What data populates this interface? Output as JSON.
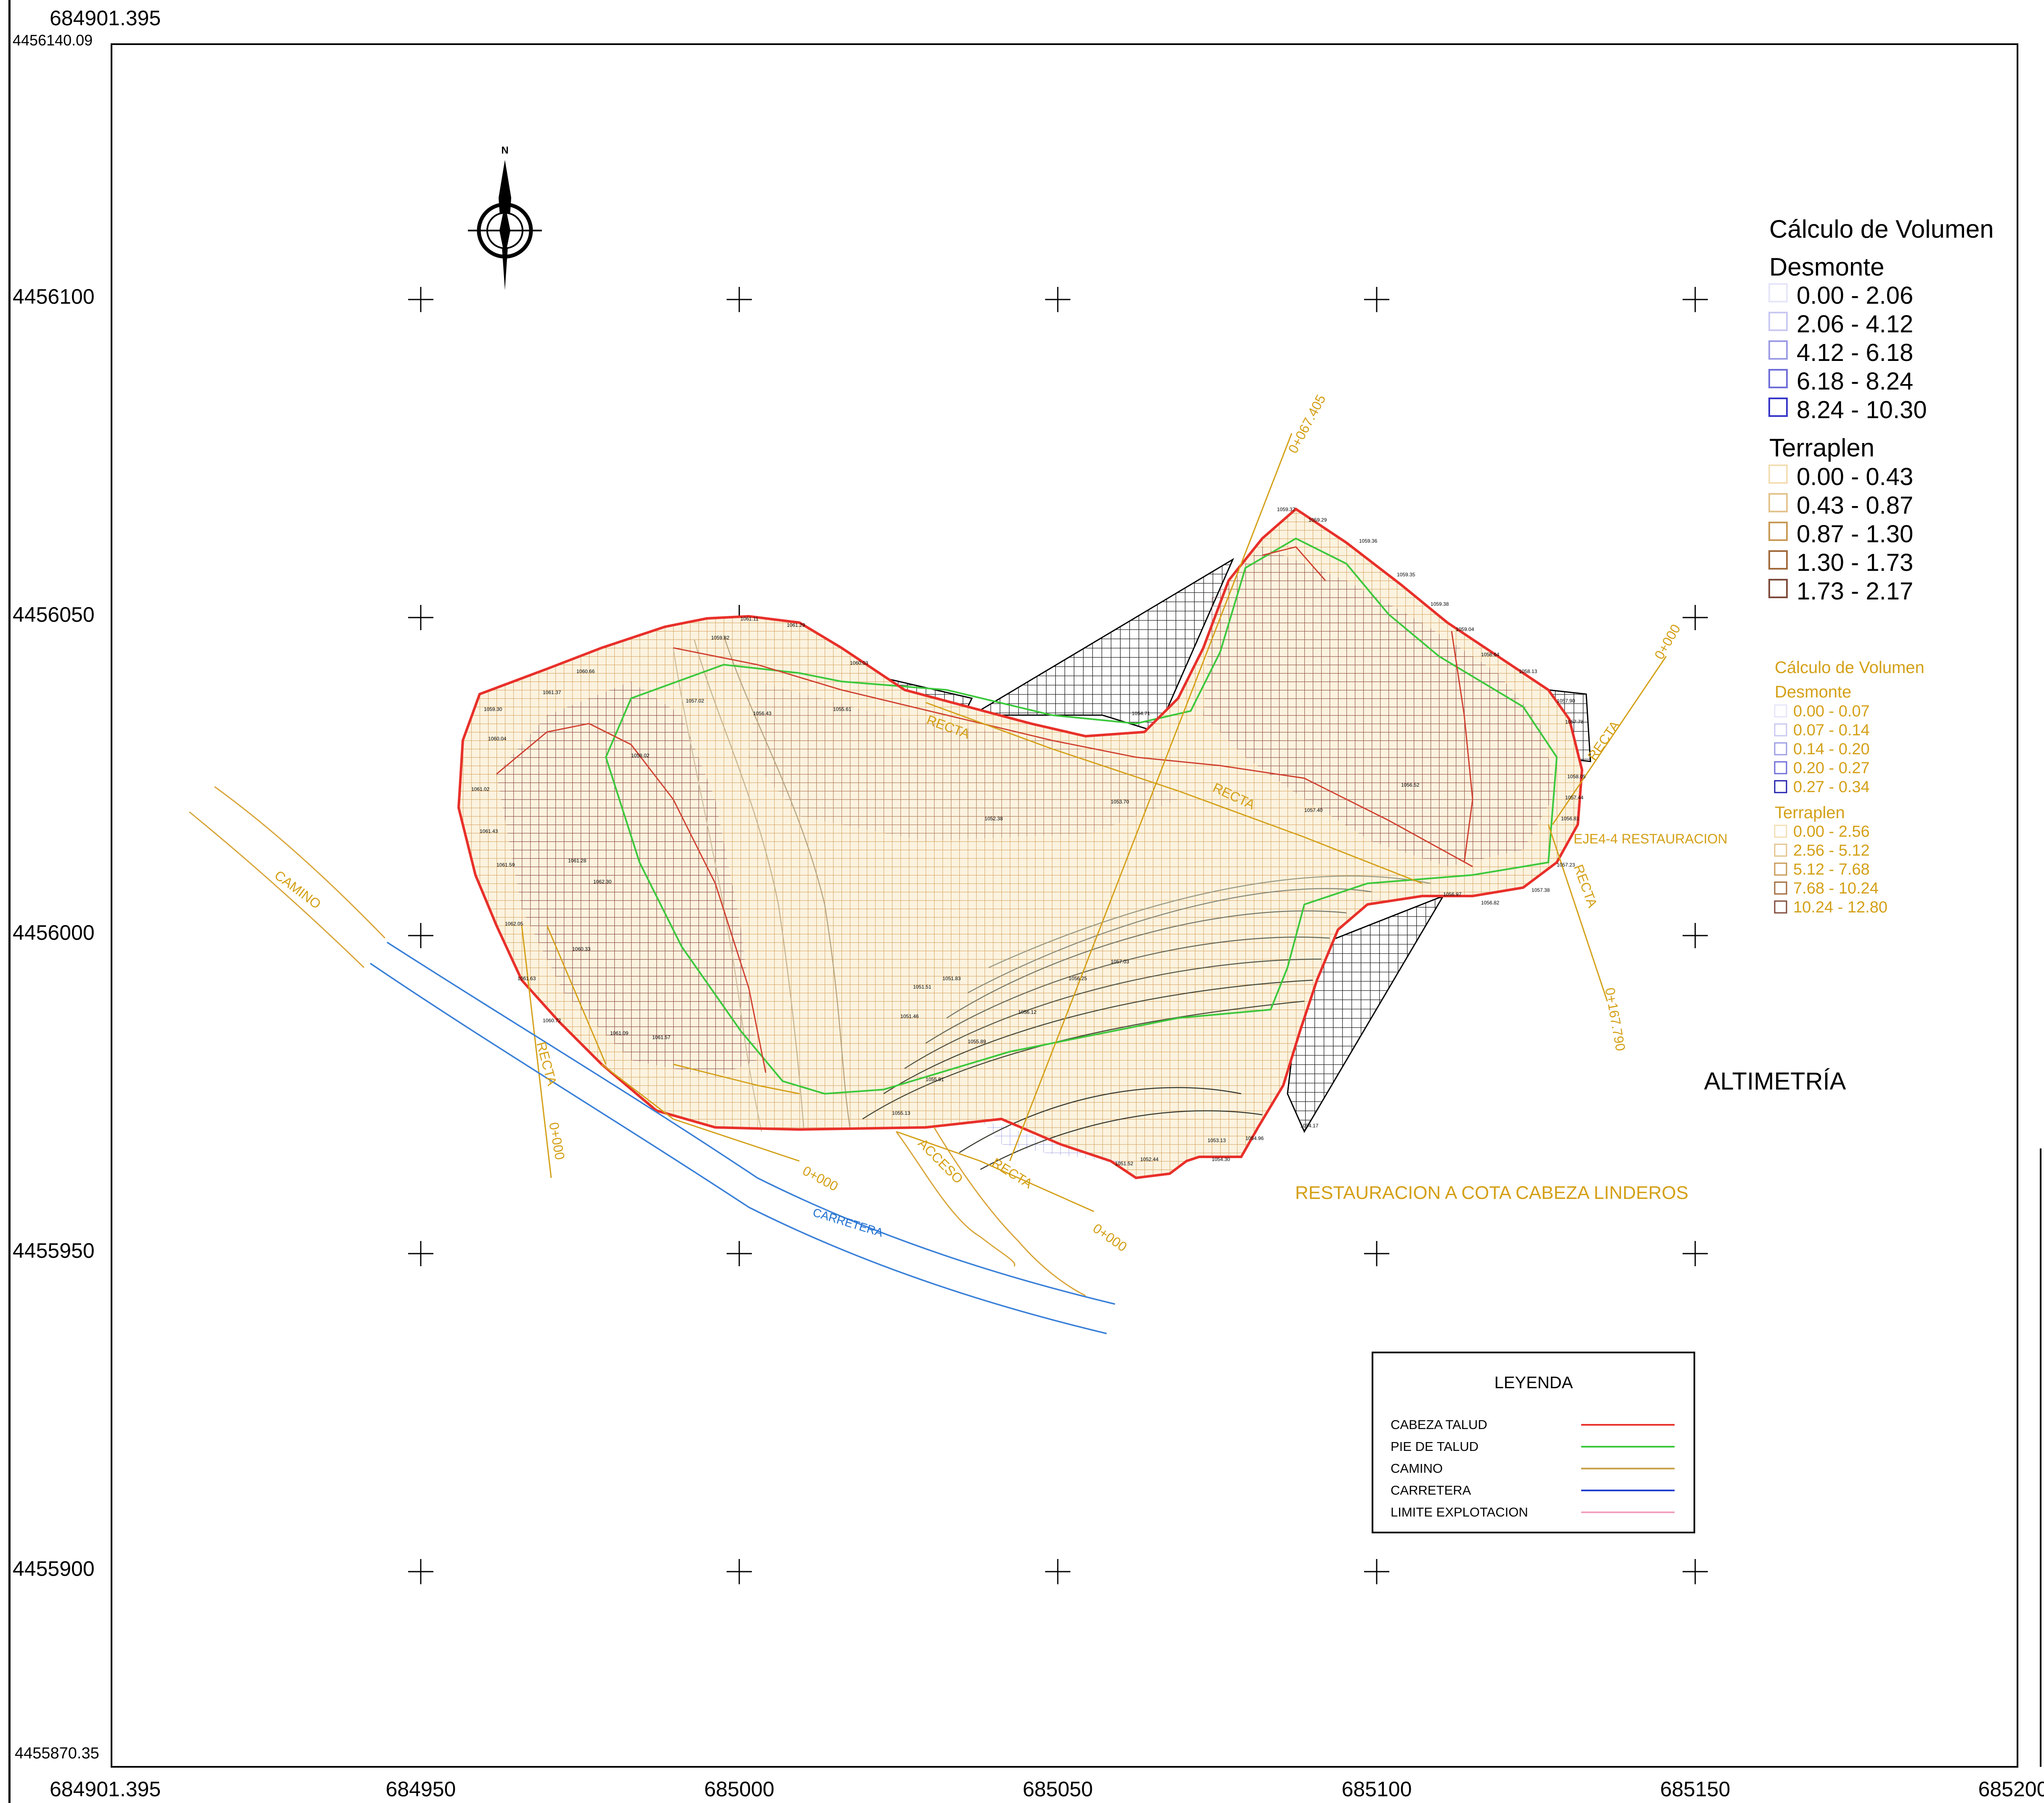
{
  "frame_coords": {
    "top_left_easting": "684901.395",
    "top_left_northing": "4456140.09",
    "bottom_left_northing": "4455870.35",
    "bottom_left_easting": "684901.395"
  },
  "x_axis": {
    "ticks": [
      "684950",
      "685000",
      "685050",
      "685100",
      "685150",
      "685200"
    ]
  },
  "y_axis": {
    "ticks": [
      "4456100",
      "4456050",
      "4456000",
      "4455950",
      "4455900"
    ]
  },
  "north_arrow": {
    "label": "N",
    "icon": "north-arrow-icon"
  },
  "volume_legend": {
    "title": "Cálculo de Volumen",
    "desmonte_title": "Desmonte",
    "desmonte": [
      {
        "range": "0.00 - 2.06",
        "color": "#e6e6fa"
      },
      {
        "range": "2.06 - 4.12",
        "color": "#c9c9f2"
      },
      {
        "range": "4.12 - 6.18",
        "color": "#9d9de6"
      },
      {
        "range": "6.18 - 8.24",
        "color": "#6e6ed9"
      },
      {
        "range": "8.24 - 10.30",
        "color": "#3535c8"
      }
    ],
    "terraplen_title": "Terraplen",
    "terraplen": [
      {
        "range": "0.00 - 0.43",
        "color": "#f3dfb5"
      },
      {
        "range": "0.43 - 0.87",
        "color": "#e3c48e"
      },
      {
        "range": "0.87 - 1.30",
        "color": "#c89a55"
      },
      {
        "range": "1.30 - 1.73",
        "color": "#a06a3c"
      },
      {
        "range": "1.73 - 2.17",
        "color": "#7e4a3a"
      }
    ]
  },
  "volume_legend_small": {
    "title": "Cálculo de Volumen",
    "desmonte_title": "Desmonte",
    "desmonte": [
      {
        "range": "0.00 - 0.07",
        "color": "#e6e6fa"
      },
      {
        "range": "0.07 - 0.14",
        "color": "#c9c9f2"
      },
      {
        "range": "0.14 - 0.20",
        "color": "#9d9de6"
      },
      {
        "range": "0.20 - 0.27",
        "color": "#6e6ed9"
      },
      {
        "range": "0.27 - 0.34",
        "color": "#2020b0"
      }
    ],
    "terraplen_title": "Terraplen",
    "terraplen": [
      {
        "range": "0.00 - 2.56",
        "color": "#f3dfb5"
      },
      {
        "range": "2.56 - 5.12",
        "color": "#e3c48e"
      },
      {
        "range": "5.12 - 7.68",
        "color": "#c89a55"
      },
      {
        "range": "7.68 - 10.24",
        "color": "#a06a3c"
      },
      {
        "range": "10.24 - 12.80",
        "color": "#7e4a3a"
      }
    ]
  },
  "map_labels": {
    "camino": "CAMINO",
    "carretera": "CARRETERA",
    "acceso": "ACCESO",
    "recta": "RECTA",
    "station_0000": "0+000",
    "station_top": "0+067.405",
    "station_right": "0+167.790",
    "restauracion_eje": "EJE4-4 RESTAURACION",
    "altimetria": "ALTIMETRÍA",
    "restauracion_cota": "RESTAURACION A COTA CABEZA LINDEROS"
  },
  "line_legend": {
    "title": "LEYENDA",
    "items": [
      {
        "label": "CABEZA TALUD",
        "color": "#e8302a"
      },
      {
        "label": "PIE DE TALUD",
        "color": "#3cc83c"
      },
      {
        "label": "CAMINO",
        "color": "#c8a24a"
      },
      {
        "label": "CARRETERA",
        "color": "#2040d0"
      },
      {
        "label": "LIMITE EXPLOTACION",
        "color": "#f2a0c0"
      }
    ]
  },
  "spot_heights": [
    "1061.11",
    "1061.29",
    "1060.03",
    "1059.37",
    "1059.29",
    "1059.36",
    "1059.35",
    "1059.38",
    "1059.04",
    "1058.64",
    "1058.13",
    "1057.90",
    "1057.78",
    "1058.05",
    "1057.44",
    "1056.81",
    "1057.23",
    "1057.38",
    "1056.82",
    "1056.97",
    "1056.52",
    "1057.40",
    "1057.03",
    "1056.25",
    "1056.12",
    "1055.89",
    "1055.91",
    "1055.13",
    "1054.96",
    "1054.30",
    "1053.13",
    "1052.44",
    "1051.52",
    "1051.46",
    "1051.51",
    "1051.83",
    "1052.38",
    "1053.70",
    "1054.17",
    "1054.71",
    "1055.61",
    "1056.43",
    "1057.02",
    "1058.02",
    "1059.30",
    "1060.04",
    "1061.02",
    "1061.43",
    "1061.59",
    "1062.05",
    "1061.63",
    "1060.33",
    "1062.30",
    "1061.28",
    "1060.72",
    "1061.09",
    "1061.57",
    "1059.82",
    "1060.66",
    "1061.37"
  ]
}
